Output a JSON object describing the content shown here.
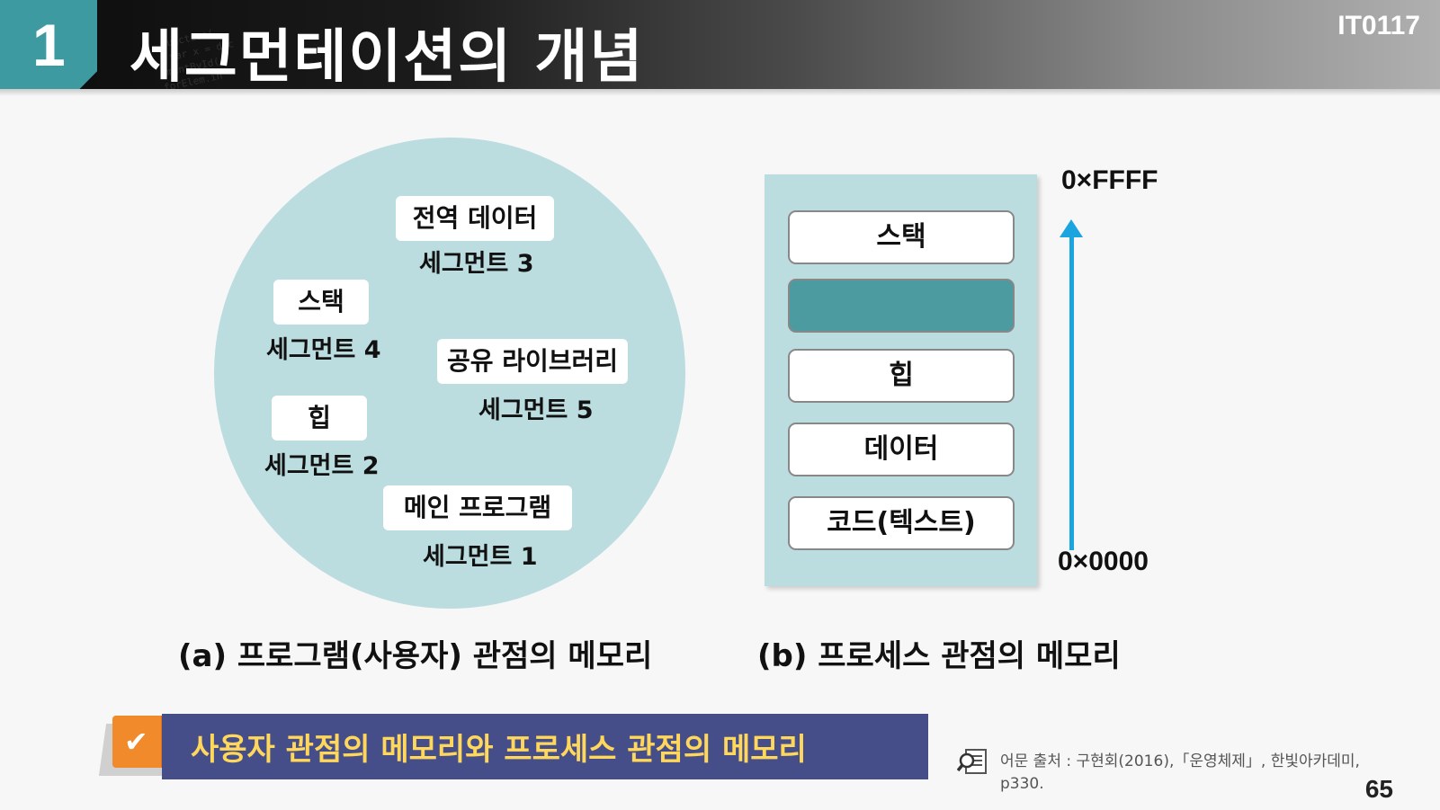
{
  "header": {
    "number": "1",
    "title": "세그먼테이션의 개념",
    "course_code": "IT0117"
  },
  "program_view": {
    "segments": [
      {
        "label": "전역 데이터",
        "name": "세그먼트 3"
      },
      {
        "label": "스택",
        "name": "세그먼트 4"
      },
      {
        "label": "공유 라이브러리",
        "name": "세그먼트 5"
      },
      {
        "label": "힙",
        "name": "세그먼트 2"
      },
      {
        "label": "메인 프로그램",
        "name": "세그먼트 1"
      }
    ],
    "caption": "(a) 프로그램(사용자) 관점의 메모리"
  },
  "process_view": {
    "boxes": [
      "스택",
      "",
      "힙",
      "데이터",
      "코드(텍스트)"
    ],
    "addr_high": "0×FFFF",
    "addr_low": "0×0000",
    "caption": "(b) 프로세스 관점의 메모리"
  },
  "banner": {
    "text": "사용자 관점의 메모리와 프로세스 관점의 메모리"
  },
  "source": {
    "line1": "어문 출처 : 구현회(2016),「운영체제」, 한빛아카데미,",
    "line2": "p330."
  },
  "page_number": "65",
  "colors": {
    "teal": "#3d9aa0",
    "panel": "#bcdde0",
    "banner": "#464e8a",
    "banner_text": "#ffd75a",
    "arrow": "#1aa5e0",
    "tab": "#f08a2a"
  }
}
